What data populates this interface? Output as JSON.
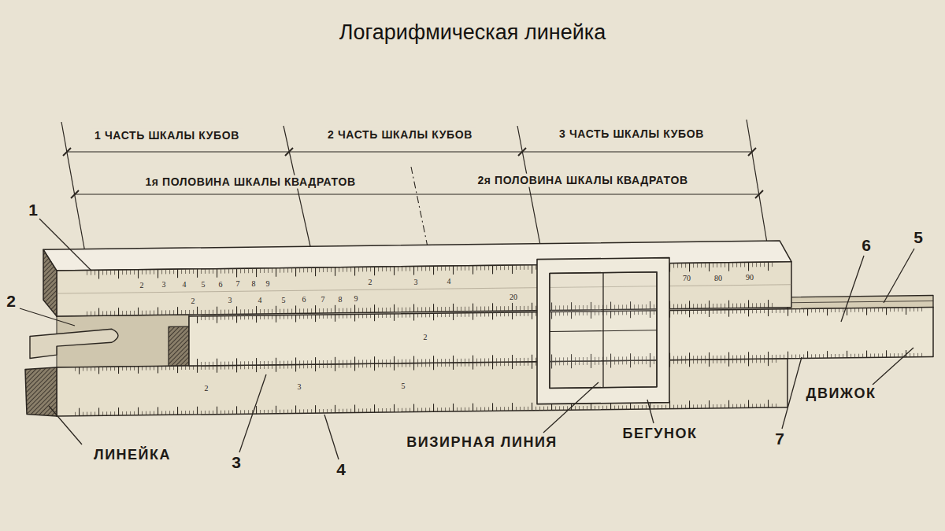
{
  "diagram": {
    "title": "Логарифмическая линейка",
    "labels": [
      "1 ЧАСТЬ ШКАЛЫ КУБОВ",
      "2 ЧАСТЬ ШКАЛЫ КУБОВ",
      "3 ЧАСТЬ ШКАЛЫ КУБОВ",
      "1я ПОЛОВИНА ШКАЛЫ КВАДРАТОВ",
      "2я ПОЛОВИНА ШКАЛЫ КВАДРАТОВ",
      "1",
      "2",
      "ЛИНЕЙКА",
      "3",
      "4",
      "ВИЗИРНАЯ ЛИНИЯ",
      "БЕГУНОК",
      "7",
      "ДВИЖОК",
      "6",
      "5",
      "2",
      "3",
      "4",
      "5",
      "6",
      "7",
      "8",
      "9",
      "2",
      "3",
      "4",
      "70",
      "80",
      "90",
      "2",
      "3",
      "4",
      "5",
      "6",
      "7",
      "8",
      "9",
      "20",
      "2",
      "2",
      "3",
      "5"
    ]
  }
}
